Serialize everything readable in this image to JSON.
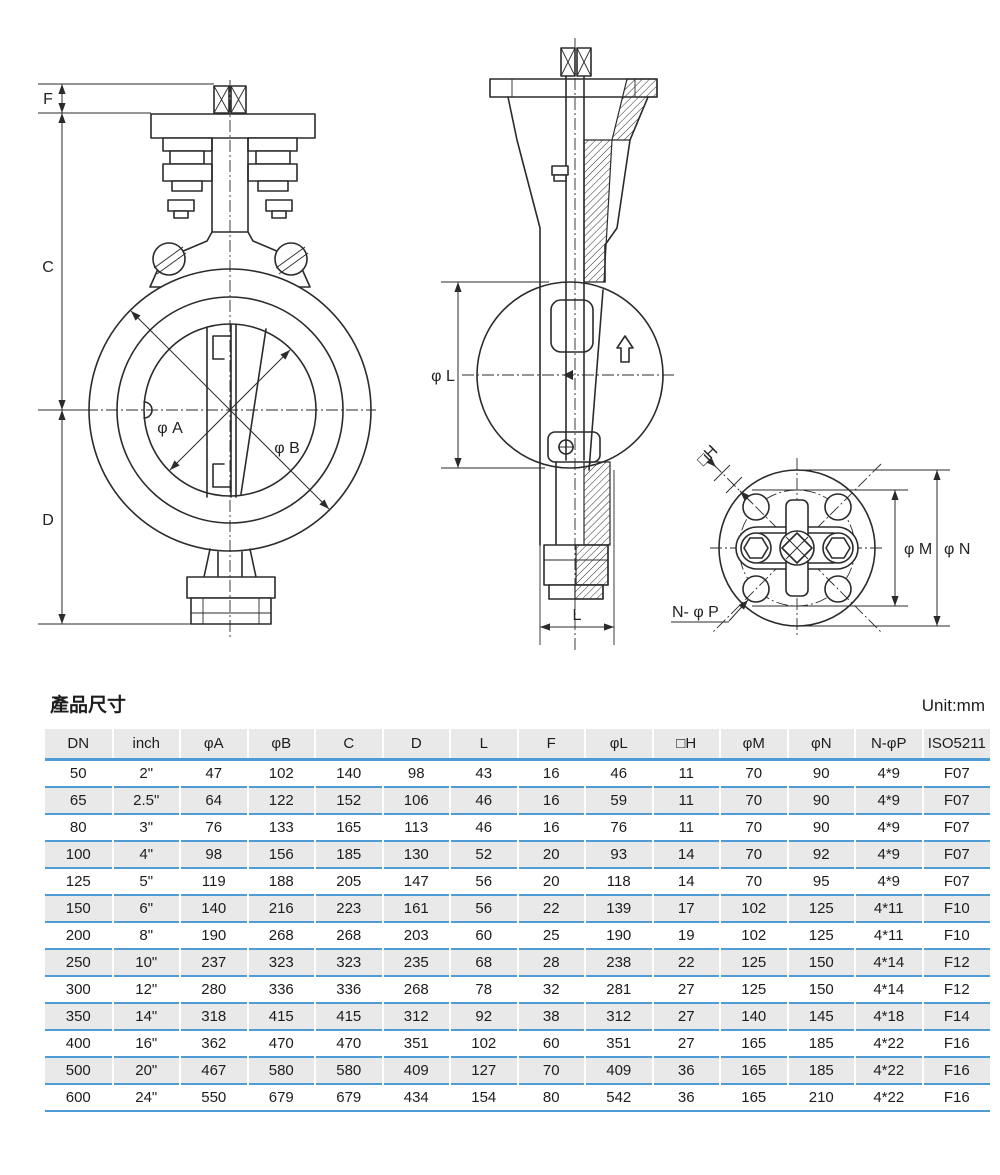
{
  "title": "產品尺寸",
  "unit_label": "Unit:mm",
  "drawing": {
    "line_color": "#2b2b2b",
    "labels": {
      "front": {
        "F": "F",
        "C": "C",
        "D": "D",
        "phiA": "φ A",
        "phiB": "φ B"
      },
      "side": {
        "phiL": "φ L",
        "L": "L"
      },
      "flange": {
        "squareH": "□H",
        "phiM": "φ M",
        "phiN": "φ N",
        "NphiP": "N- φ P"
      }
    }
  },
  "table": {
    "header_bg": "#e9e9e9",
    "stripe_bg": "#e9e9e9",
    "separator_color": "#4f9bd5",
    "columns": [
      "DN",
      "inch",
      "φA",
      "φB",
      "C",
      "D",
      "L",
      "F",
      "φL",
      "□H",
      "φM",
      "φN",
      "N-φP",
      "ISO5211"
    ],
    "rows": [
      [
        "50",
        "2\"",
        "47",
        "102",
        "140",
        "98",
        "43",
        "16",
        "46",
        "11",
        "70",
        "90",
        "4*9",
        "F07"
      ],
      [
        "65",
        "2.5\"",
        "64",
        "122",
        "152",
        "106",
        "46",
        "16",
        "59",
        "11",
        "70",
        "90",
        "4*9",
        "F07"
      ],
      [
        "80",
        "3\"",
        "76",
        "133",
        "165",
        "113",
        "46",
        "16",
        "76",
        "11",
        "70",
        "90",
        "4*9",
        "F07"
      ],
      [
        "100",
        "4\"",
        "98",
        "156",
        "185",
        "130",
        "52",
        "20",
        "93",
        "14",
        "70",
        "92",
        "4*9",
        "F07"
      ],
      [
        "125",
        "5\"",
        "119",
        "188",
        "205",
        "147",
        "56",
        "20",
        "118",
        "14",
        "70",
        "95",
        "4*9",
        "F07"
      ],
      [
        "150",
        "6\"",
        "140",
        "216",
        "223",
        "161",
        "56",
        "22",
        "139",
        "17",
        "102",
        "125",
        "4*11",
        "F10"
      ],
      [
        "200",
        "8\"",
        "190",
        "268",
        "268",
        "203",
        "60",
        "25",
        "190",
        "19",
        "102",
        "125",
        "4*11",
        "F10"
      ],
      [
        "250",
        "10\"",
        "237",
        "323",
        "323",
        "235",
        "68",
        "28",
        "238",
        "22",
        "125",
        "150",
        "4*14",
        "F12"
      ],
      [
        "300",
        "12\"",
        "280",
        "336",
        "336",
        "268",
        "78",
        "32",
        "281",
        "27",
        "125",
        "150",
        "4*14",
        "F12"
      ],
      [
        "350",
        "14\"",
        "318",
        "415",
        "415",
        "312",
        "92",
        "38",
        "312",
        "27",
        "140",
        "145",
        "4*18",
        "F14"
      ],
      [
        "400",
        "16\"",
        "362",
        "470",
        "470",
        "351",
        "102",
        "60",
        "351",
        "27",
        "165",
        "185",
        "4*22",
        "F16"
      ],
      [
        "500",
        "20\"",
        "467",
        "580",
        "580",
        "409",
        "127",
        "70",
        "409",
        "36",
        "165",
        "185",
        "4*22",
        "F16"
      ],
      [
        "600",
        "24\"",
        "550",
        "679",
        "679",
        "434",
        "154",
        "80",
        "542",
        "36",
        "165",
        "210",
        "4*22",
        "F16"
      ]
    ]
  }
}
